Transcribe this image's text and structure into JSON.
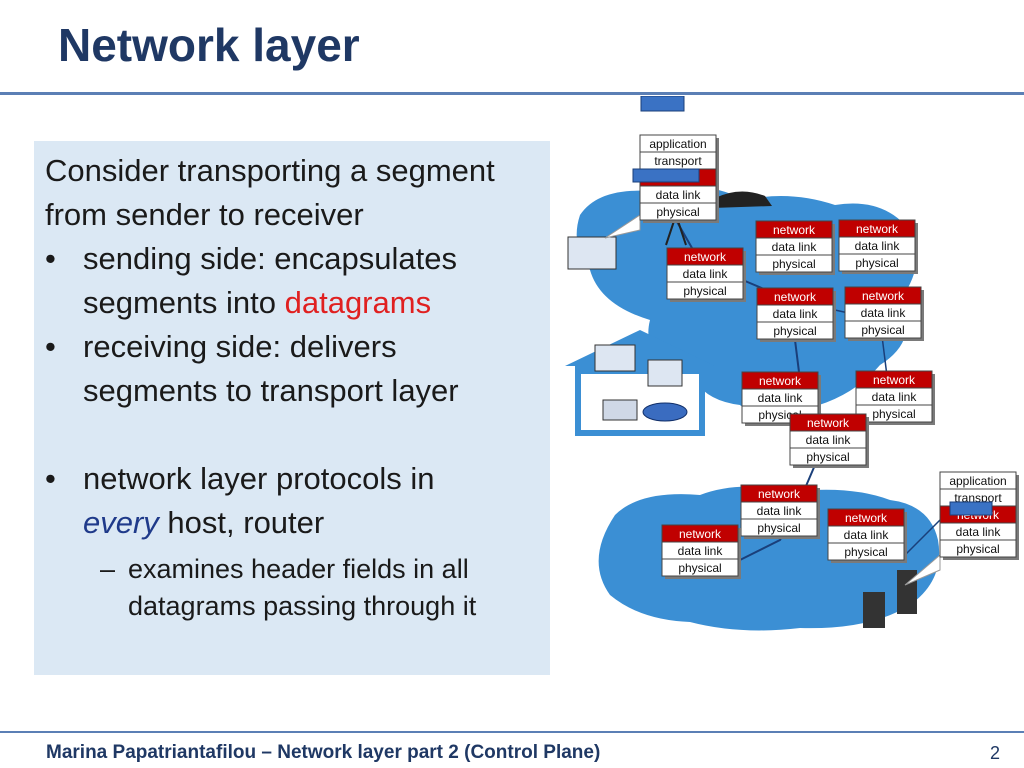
{
  "slide": {
    "title": "Network layer",
    "footer": "Marina Papatriantafilou –  Network layer part 2 (Control Plane)",
    "page_number": "2"
  },
  "content": {
    "intro_line1": "Consider transporting a segment",
    "intro_line2": "from sender to receiver",
    "bullet1_line1": "sending side: encapsulates",
    "bullet1_line2_pre": "segments into ",
    "bullet1_line2_em": "datagrams",
    "bullet2_line1": "receiving side: delivers",
    "bullet2_line2": "segments to transport layer",
    "bullet3_line1": "network layer protocols in",
    "bullet3_line2_em": "every",
    "bullet3_line2_post": " host, router",
    "sub1_line1": "examines header fields in all",
    "sub1_line2": "datagrams passing through it",
    "bullet_symbol": "•",
    "dash_symbol": "–"
  },
  "diagram": {
    "layer_labels": {
      "application": "application",
      "transport": "transport",
      "network": "network",
      "data_link": "data link",
      "physical": "physical"
    },
    "colors": {
      "network_box": "#c00000",
      "cloud": "#3b8fd4",
      "house": "#3b8fd4",
      "stack_box": "#ffffff",
      "accent_rect": "#3a72c4"
    }
  }
}
